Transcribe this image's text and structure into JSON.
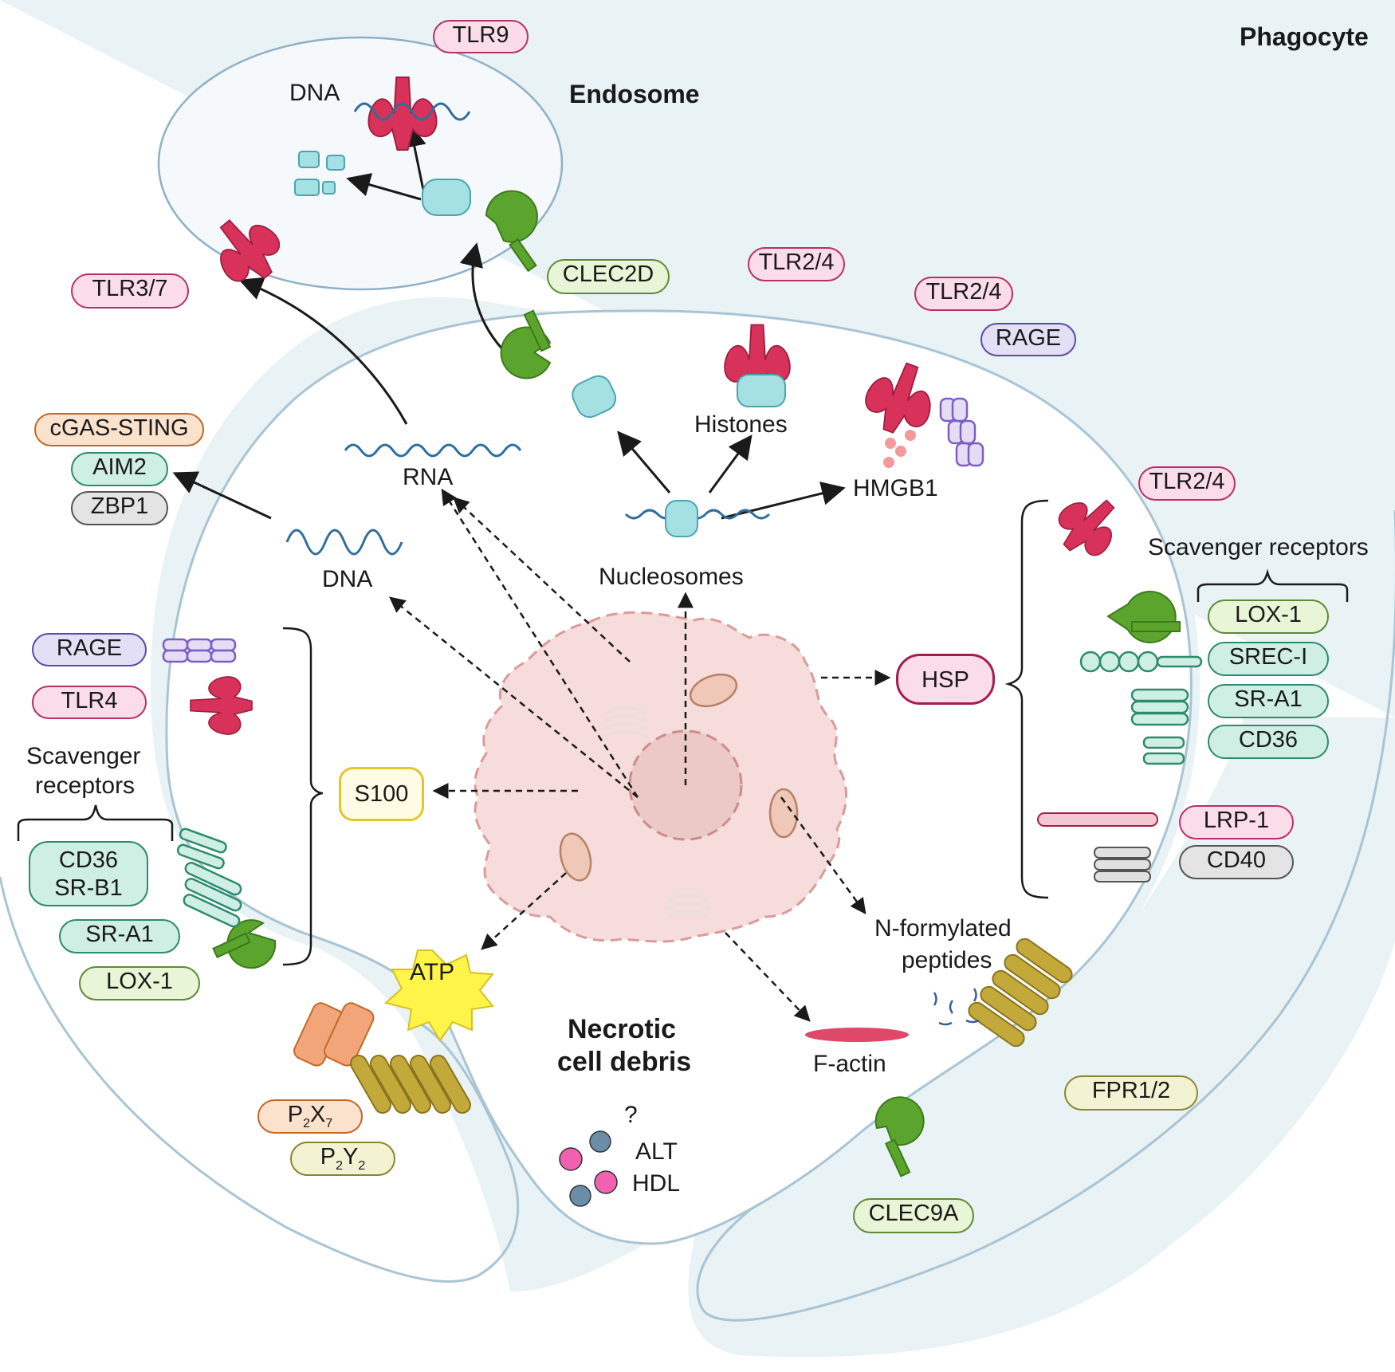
{
  "titles": {
    "phagocyte": "Phagocyte",
    "endosome": "Endosome",
    "necrotic_1": "Necrotic",
    "necrotic_2": "cell debris"
  },
  "labels": {
    "dna_endosome": "DNA",
    "rna": "RNA",
    "dna": "DNA",
    "histones": "Histones",
    "hmgb1": "HMGB1",
    "nucleosomes": "Nucleosomes",
    "scav_left_1": "Scavenger",
    "scav_left_2": "receptors",
    "scav_right": "Scavenger receptors",
    "nformyl_1": "N-formylated",
    "nformyl_2": "peptides",
    "factin": "F-actin",
    "question": "?",
    "alt": "ALT",
    "hdl": "HDL",
    "atp": "ATP"
  },
  "pills": {
    "tlr9": "TLR9",
    "tlr37": "TLR3/7",
    "clec2d": "CLEC2D",
    "tlr24_top": "TLR2/4",
    "tlr24_mid": "TLR2/4",
    "rage_top": "RAGE",
    "cgas": "cGAS-STING",
    "aim2": "AIM2",
    "zbp1": "ZBP1",
    "tlr24_right": "TLR2/4",
    "rage_left": "RAGE",
    "tlr4": "TLR4",
    "s100": "S100",
    "hsp": "HSP",
    "cd36_srb1_a": "CD36",
    "cd36_srb1_b": "SR-B1",
    "sra1_left": "SR-A1",
    "lox1_left": "LOX-1",
    "lox1_right": "LOX-1",
    "srec1": "SREC-I",
    "sra1_right": "SR-A1",
    "cd36_right": "CD36",
    "lrp1": "LRP-1",
    "cd40": "CD40",
    "fpr12": "FPR1/2",
    "clec9a": "CLEC9A"
  },
  "p2x7": {
    "base": "P",
    "sub1": "2",
    "mid": "X",
    "sub2": "7"
  },
  "p2y2": {
    "base": "P",
    "sub1": "2",
    "mid": "Y",
    "sub2": "2"
  },
  "colors": {
    "phagocyte_fill": "#e9f2f5",
    "membrane": "#a9c4d4",
    "endosome_fill": "#f6f9fb",
    "debris_fill": "#f6dcdb",
    "debris_edge": "#d99b9b",
    "tlr": "#d8325a",
    "clec": "#5ba42e",
    "rage": "#7d5fc4",
    "gpcr": "#a08a2a",
    "scav": "#5cc2a0"
  }
}
